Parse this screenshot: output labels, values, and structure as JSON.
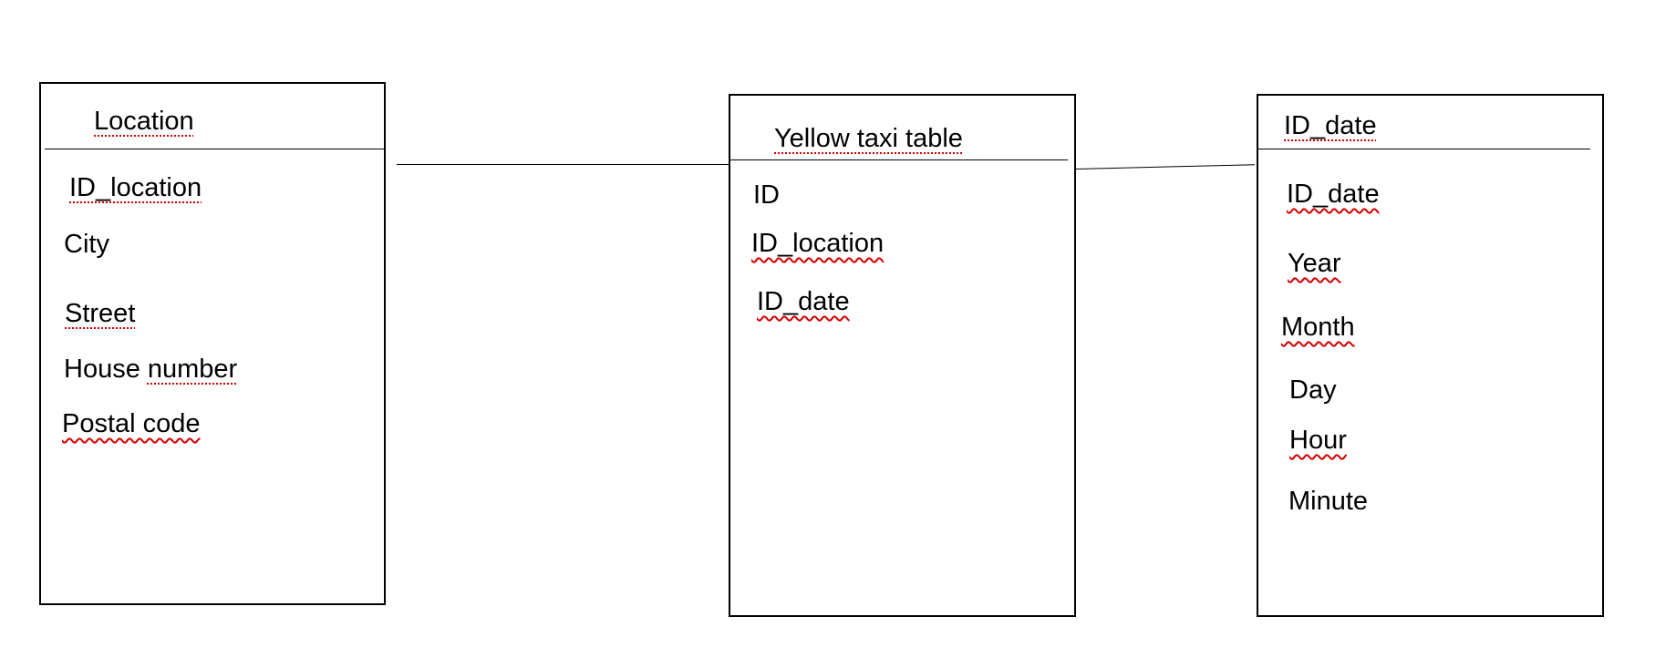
{
  "diagram": {
    "tables": [
      {
        "title": "Location",
        "fields": [
          "ID_location",
          "City",
          "Street",
          "House number",
          "Postal code"
        ]
      },
      {
        "title": "Yellow taxi table",
        "fields": [
          "ID",
          "ID_location",
          "ID_date"
        ]
      },
      {
        "title": "ID_date",
        "fields": [
          "ID_date",
          "Year",
          "Month",
          "Day",
          "Hour",
          "Minute"
        ]
      }
    ],
    "connections": [
      {
        "from": "Location",
        "to": "Yellow taxi table"
      },
      {
        "from": "Yellow taxi table",
        "to": "ID_date"
      }
    ],
    "colors": {
      "line": "#000000",
      "text": "#000000",
      "spellcheck_underline": "#d40000",
      "background": "#ffffff"
    }
  }
}
